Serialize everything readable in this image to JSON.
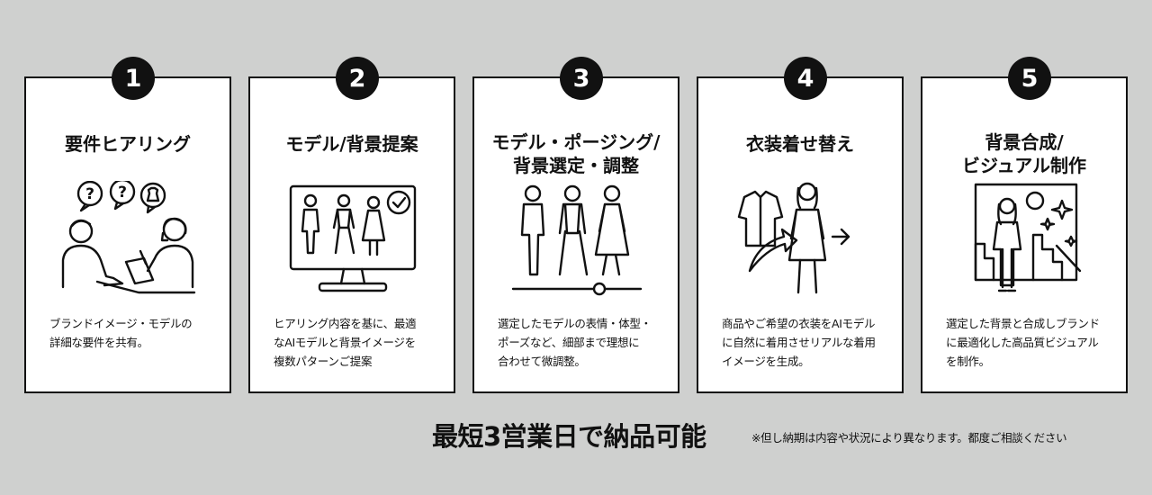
{
  "steps": [
    {
      "number": "1",
      "title_lines": [
        "要件ヒアリング"
      ],
      "desc_lines": [
        "ブランドイメージ・モデルの",
        "詳細な要件を共有。"
      ],
      "icon": "hearing-conversation-icon"
    },
    {
      "number": "2",
      "title_lines": [
        "モデル/背景提案"
      ],
      "desc_lines": [
        "ヒアリング内容を基に、最適",
        "なAIモデルと背景イメージを",
        "複数パターンご提案"
      ],
      "icon": "monitor-models-icon"
    },
    {
      "number": "3",
      "title_lines": [
        "モデル・ポージング/",
        "背景選定・調整"
      ],
      "desc_lines": [
        "選定したモデルの表情・体型・",
        "ポーズなど、細部まで理想に",
        "合わせて微調整。"
      ],
      "icon": "pose-adjust-icon"
    },
    {
      "number": "4",
      "title_lines": [
        "衣装着せ替え"
      ],
      "desc_lines": [
        "商品やご希望の衣装をAIモデル",
        "に自然に着用させリアルな着用",
        "イメージを生成。"
      ],
      "icon": "outfit-change-icon"
    },
    {
      "number": "5",
      "title_lines": [
        "背景合成/",
        "ビジュアル制作"
      ],
      "desc_lines": [
        "選定した背景と合成しブランド",
        "に最適化した高品質ビジュアル",
        "を制作。"
      ],
      "icon": "background-composite-icon"
    }
  ],
  "footer": {
    "headline": "最短3営業日で納品可能",
    "note": "※但し納期は内容や状況により異なります。都度ご相談ください"
  },
  "colors": {
    "background": "#cfd0cf",
    "card": "#ffffff",
    "ink": "#111111"
  }
}
